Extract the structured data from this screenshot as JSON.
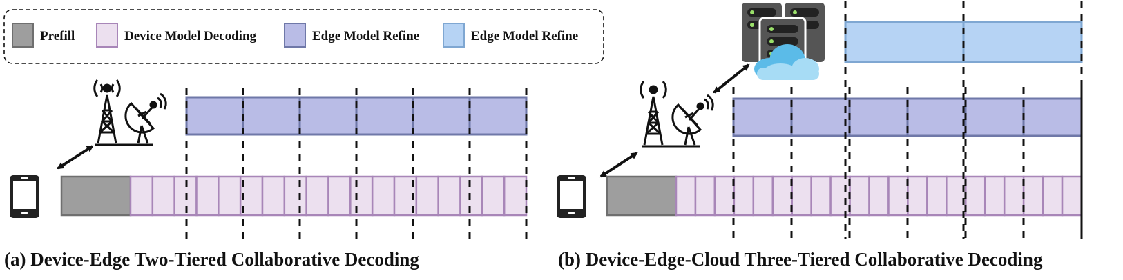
{
  "colors": {
    "prefill": "#9e9e9e",
    "prefill_border": "#6f6f6f",
    "device": "#ece0ef",
    "device_border": "#a886b8",
    "edge": "#b9bce6",
    "edge_border": "#6f78a8",
    "cloud": "#b6d3f4",
    "cloud_border": "#7fa7d2"
  },
  "legend": {
    "items": [
      {
        "label": "Prefill",
        "swatch": "prefill"
      },
      {
        "label": "Device Model Decoding",
        "swatch": "device"
      },
      {
        "label": "Edge Model Refine",
        "swatch": "edge"
      },
      {
        "label": "Edge Model Refine",
        "swatch": "cloud"
      }
    ]
  },
  "panel_a": {
    "caption": "(a) Device-Edge Two-Tiered Collaborative Decoding",
    "device_decoding_steps": 18,
    "edge_refine_segments": 6,
    "icons": [
      "smartphone-icon",
      "cell-tower-icon",
      "satellite-dish-icon",
      "bidirectional-arrow-icon"
    ]
  },
  "panel_b": {
    "caption": "(b) Device-Edge-Cloud Three-Tiered Collaborative Decoding",
    "device_decoding_steps": 21,
    "edge_refine_segments": 6,
    "cloud_refine_segments": 2,
    "icons": [
      "smartphone-icon",
      "cell-tower-icon",
      "satellite-dish-icon",
      "server-rack-icon",
      "cloud-icon",
      "bidirectional-arrow-icon"
    ]
  }
}
